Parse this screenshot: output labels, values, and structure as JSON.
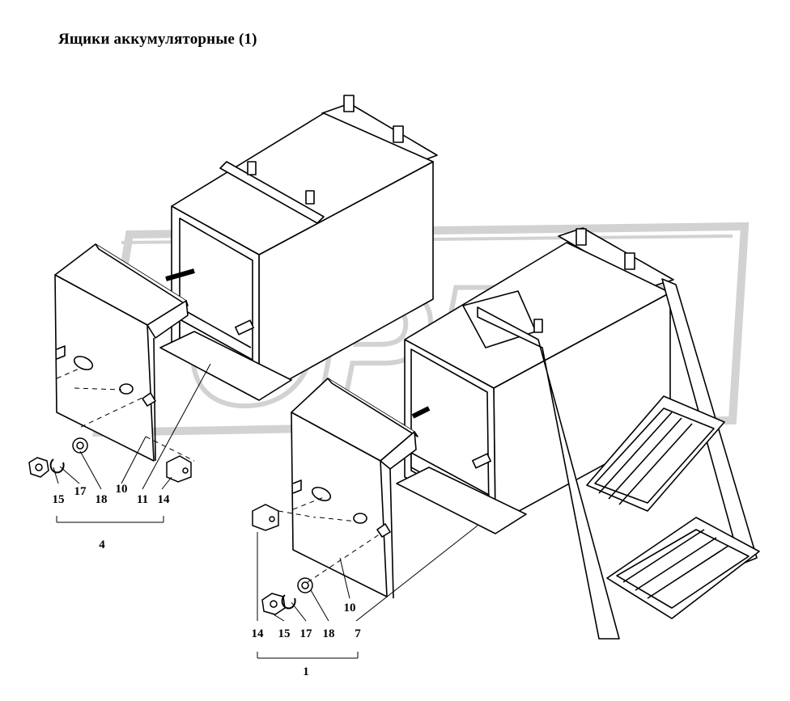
{
  "title": "Ящики аккумуляторные  (1)",
  "watermark": "OPEX",
  "colors": {
    "line": "#000000",
    "watermark": "#bfbfbf",
    "background": "#ffffff"
  },
  "labels": {
    "l15a": "15",
    "l17a": "17",
    "l18a": "18",
    "l10a": "10",
    "l11": "11",
    "l14a": "14",
    "l4": "4",
    "l14b": "14",
    "l15b": "15",
    "l17b": "17",
    "l18b": "18",
    "l7": "7",
    "l10b": "10",
    "l1": "1"
  }
}
